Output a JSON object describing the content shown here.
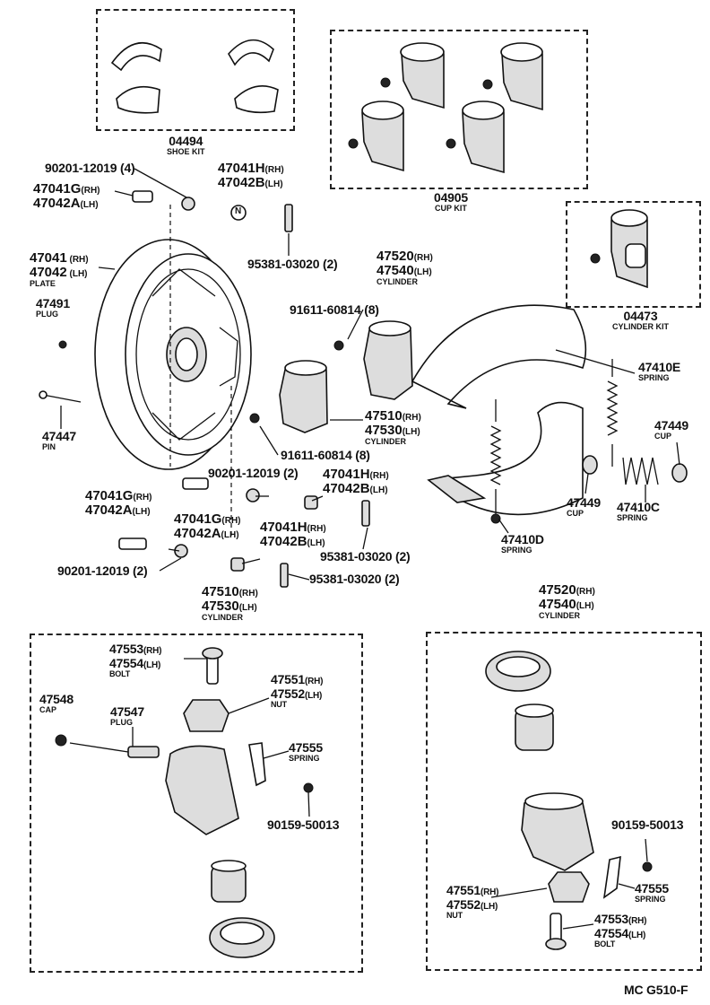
{
  "kits": {
    "shoe_kit": {
      "number": "04494",
      "name": "SHOE KIT"
    },
    "cup_kit": {
      "number": "04905",
      "name": "CUP KIT"
    },
    "cylinder_kit": {
      "number": "04473",
      "name": "CYLINDER KIT"
    }
  },
  "labels": {
    "bolt_qty4_top": "90201-12019 (4)",
    "bolt_g_rh_top": "47041G",
    "bolt_a_lh_top": "47042A",
    "bleeder_h_rh_top": "47041H",
    "bleeder_b_lh_top": "47042B",
    "n_mark": "N",
    "plate_rh": "47041",
    "plate_lh": "47042",
    "plate_name": "PLATE",
    "plug_no": "47491",
    "plug_name": "PLUG",
    "pin_no": "47447",
    "pin_name": "PIN",
    "screw_top": "95381-03020 (2)",
    "cyl_upper_rh": "47520",
    "cyl_upper_lh": "47540",
    "cyl_upper_name": "CYLINDER",
    "bolt_91611_a": "91611-60814 (8)",
    "cyl_lower_rh": "47510",
    "cyl_lower_lh": "47530",
    "cyl_lower_name": "CYLINDER",
    "bolt_91611_b": "91611-60814 (8)",
    "spring_e_no": "47410E",
    "spring_e_name": "SPRING",
    "cup_right_no": "47449",
    "cup_right_name": "CUP",
    "cup_mid_no": "47449",
    "cup_mid_name": "CUP",
    "spring_c_no": "47410C",
    "spring_c_name": "SPRING",
    "spring_d_no": "47410D",
    "spring_d_name": "SPRING",
    "washer_mid": "90201-12019 (2)",
    "bleeder_h_rh_mid": "47041H",
    "bleeder_b_lh_mid": "47042B",
    "bolt_g_rh_left": "47041G",
    "bolt_a_lh_left": "47042A",
    "bolt_g_rh_mid": "47041G",
    "bolt_a_lh_mid": "47042A",
    "bleeder_h_rh_low": "47041H",
    "bleeder_b_lh_low": "47042B",
    "screw_mid": "95381-03020 (2)",
    "washer_low": "90201-12019 (2)",
    "screw_low": "95381-03020 (2)",
    "sec_left_rh": "47510",
    "sec_left_lh": "47530",
    "sec_left_name": "CYLINDER",
    "sec_right_rh": "47520",
    "sec_right_lh": "47540",
    "sec_right_name": "CYLINDER",
    "l_bolt_rh": "47553",
    "l_bolt_lh": "47554",
    "l_bolt_name": "BOLT",
    "l_nut_rh": "47551",
    "l_nut_lh": "47552",
    "l_nut_name": "NUT",
    "l_cap_no": "47548",
    "l_cap_name": "CAP",
    "l_plug_no": "47547",
    "l_plug_name": "PLUG",
    "l_spring_no": "47555",
    "l_spring_name": "SPRING",
    "l_screw": "90159-50013",
    "r_screw": "90159-50013",
    "r_spring_no": "47555",
    "r_spring_name": "SPRING",
    "r_nut_rh": "47551",
    "r_nut_lh": "47552",
    "r_nut_name": "NUT",
    "r_bolt_rh": "47553",
    "r_bolt_lh": "47554",
    "r_bolt_name": "BOLT",
    "suffix_rh": "(RH)",
    "suffix_lh": "(LH)",
    "diagram_code": "MC G510-F"
  }
}
